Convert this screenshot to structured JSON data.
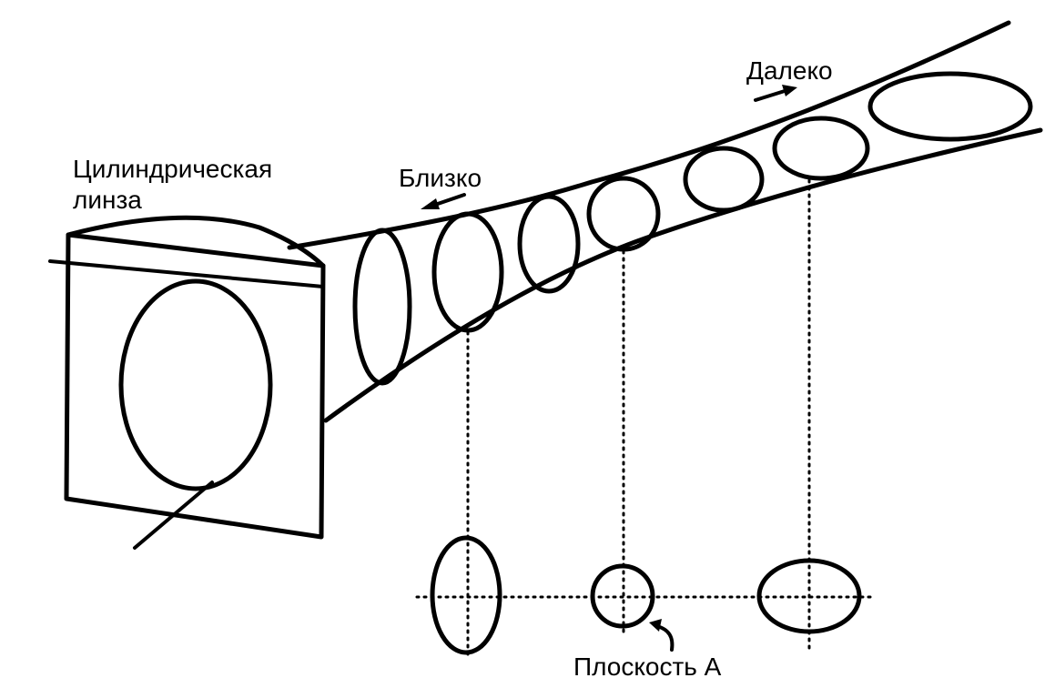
{
  "labels": {
    "lens_line1": "Цилиндрическая",
    "lens_line2": "линза",
    "near": "Близко",
    "far": "Далеко",
    "plane": "Плоскость А"
  }
}
